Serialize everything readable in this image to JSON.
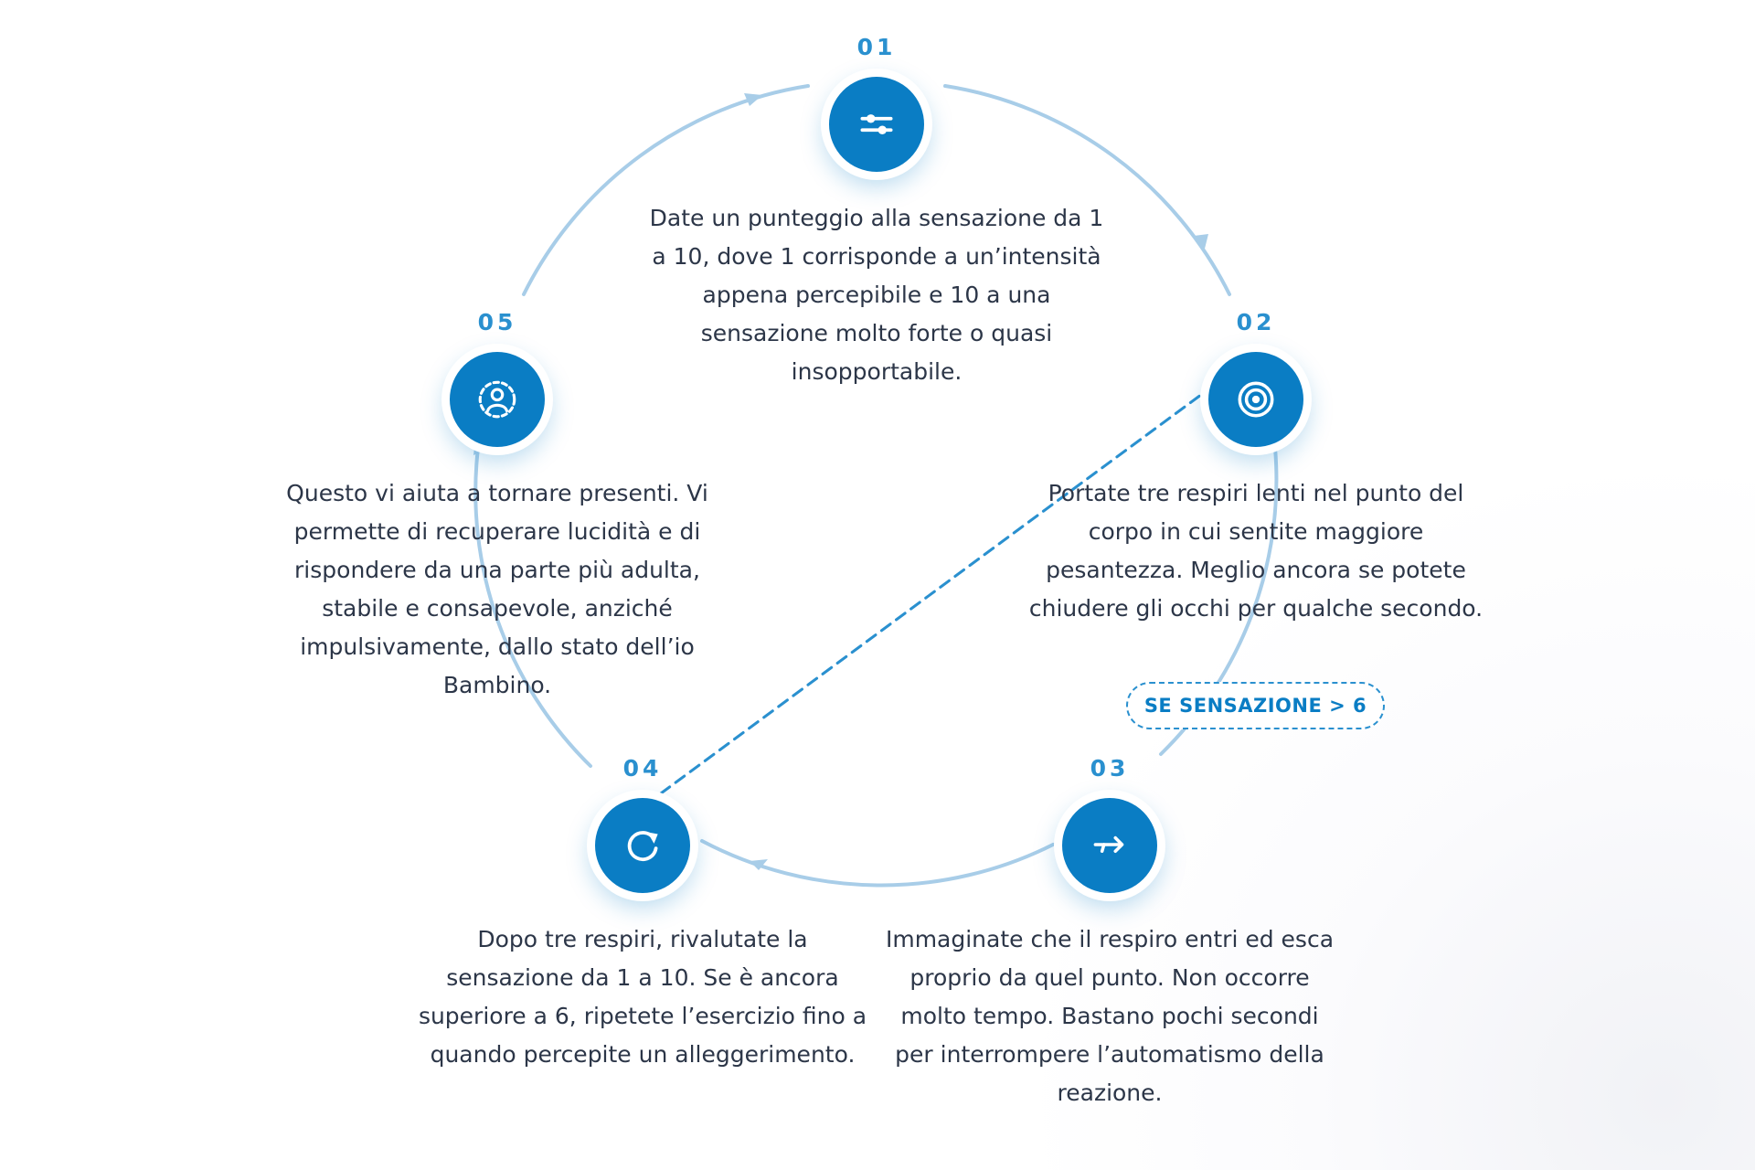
{
  "accent_color": "#0a7dc4",
  "ring_color": "#a8cde8",
  "condition_label": "SE SENSAZIONE > 6",
  "steps": [
    {
      "number": "01",
      "icon": "sliders-icon",
      "text": "Date un punteggio alla sensazione da 1 a 10, dove 1 corrisponde a un’intensità appena percepibile e 10 a una sensazione molto forte o quasi insopportabile."
    },
    {
      "number": "02",
      "icon": "target-icon",
      "text": "Portate tre respiri lenti nel punto del corpo in cui sentite maggiore pesantezza. Meglio ancora se potete chiudere gli occhi per qualche secondo."
    },
    {
      "number": "03",
      "icon": "breath-flow-icon",
      "text": "Immaginate che il respiro entri ed esca proprio da quel punto. Non occorre molto tempo. Bastano pochi secondi per interrompere l’automatismo della reazione."
    },
    {
      "number": "04",
      "icon": "refresh-icon",
      "text": "Dopo tre respiri, rivalutate la sensazione da 1 a 10. Se è ancora superiore a 6, ripetete l’esercizio fino a quando percepite un alleggerimento."
    },
    {
      "number": "05",
      "icon": "person-return-icon",
      "text": "Questo vi aiuta a tornare presenti. Vi permette di recuperare lucidità e di rispondere da una parte più adulta, stabile e consapevole, anziché impulsivamente, dallo stato dell’io Bambino."
    }
  ]
}
